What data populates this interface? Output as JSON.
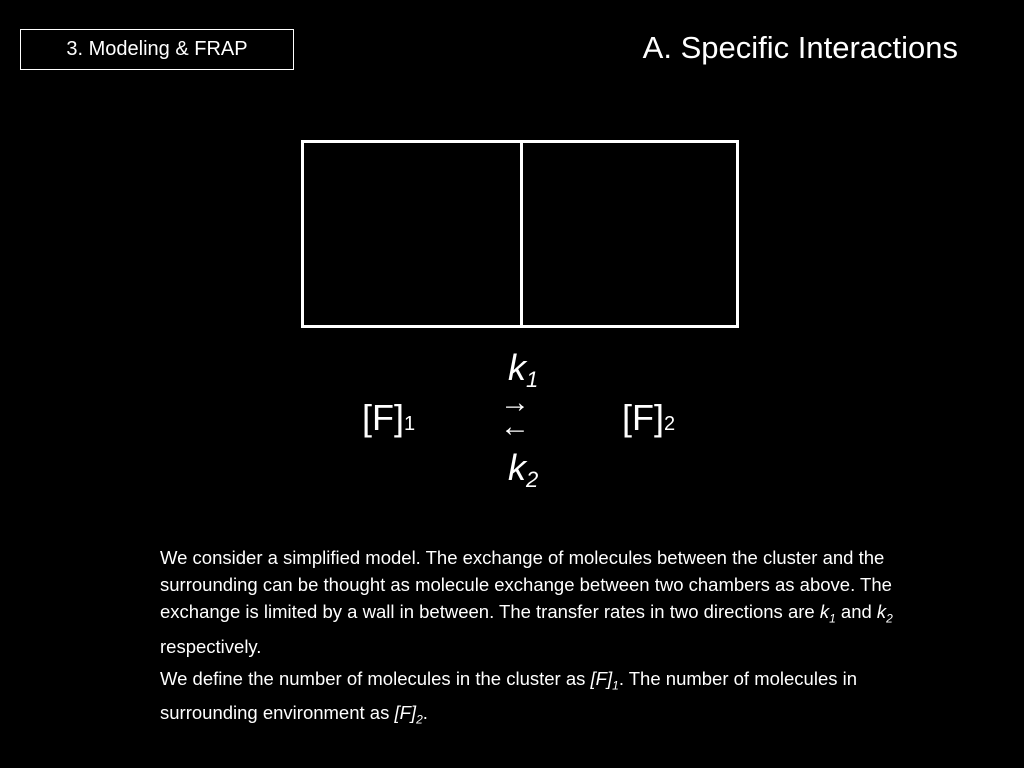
{
  "header": {
    "section_label": "3. Modeling & FRAP",
    "title": "A. Specific Interactions"
  },
  "equation": {
    "forward_rate": "k",
    "forward_rate_sub": "1",
    "reverse_rate": "k",
    "reverse_rate_sub": "2",
    "left_species": "[F]",
    "left_species_sub": "1",
    "right_species": "[F]",
    "right_species_sub": "2",
    "forward_arrow": "→",
    "reverse_arrow": "←"
  },
  "body": {
    "p1_text": "We consider a simplified model. The exchange of molecules between the cluster and the surrounding can be thought as molecule exchange between two chambers as above. The exchange is limited by a wall in between. The transfer rates in two directions are ",
    "p1_k": "k",
    "p1_k1_sub": "1",
    "p1_and": " and ",
    "p1_k2_sub": "2",
    "p1_end": " respectively.",
    "p2_text": "We define the number of molecules in the cluster as ",
    "p2_f": "[F]",
    "p2_f1_sub": "1",
    "p2_mid": ". The number of molecules in surrounding environment as ",
    "p2_f2_sub": "2",
    "p2_end": "."
  }
}
